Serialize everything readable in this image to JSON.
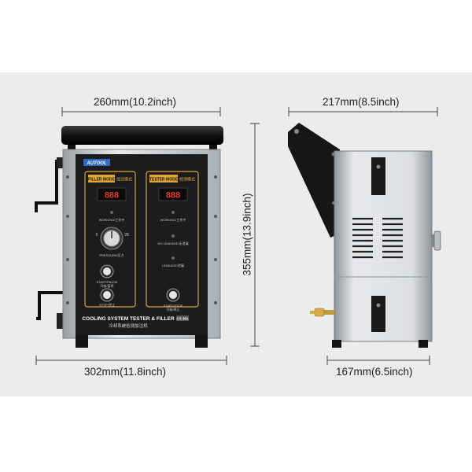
{
  "dimensions": {
    "front_width": "260mm(10.2inch)",
    "side_depth": "217mm(8.5inch)",
    "height": "355mm(13.9inch)",
    "base_width": "302mm(11.8inch)",
    "side_base": "167mm(6.5inch)"
  },
  "panel": {
    "brand": "AUTOOL",
    "filler_mode_en": "FILLER MODE",
    "filler_mode_cn": "加注模式",
    "tester_mode_en": "TESTER MODE",
    "tester_mode_cn": "检测模式",
    "left_display": "888",
    "right_display": "888",
    "left_working": "WORKING/工作中",
    "right_working": "WORKING/工作中",
    "no_leakage": "NO LEAKAGE/无泄漏",
    "leakage": "LEAKAGE/泄漏",
    "pressure": "PRESSURE/压力",
    "start_pause": "START/PAUSE",
    "start_pause_cn": "开始/暂停",
    "stop": "STOP/停止",
    "start_stop": "START/STOP",
    "start_stop_cn": "开始/停止",
    "title_en": "COOLING SYSTEM TESTER & FILLER",
    "title_cn": "冷却系统检测加注机",
    "model": "CS 301",
    "knob_min": "0",
    "knob_max": "28"
  },
  "colors": {
    "panel_bg": "#1c1c1c",
    "accent_orange": "#e0a63a",
    "display_bg": "#0b0b0b",
    "display_digits": "#e23b2c",
    "brand_blue": "#2b6cc4",
    "steel": "#cfd3d6"
  }
}
